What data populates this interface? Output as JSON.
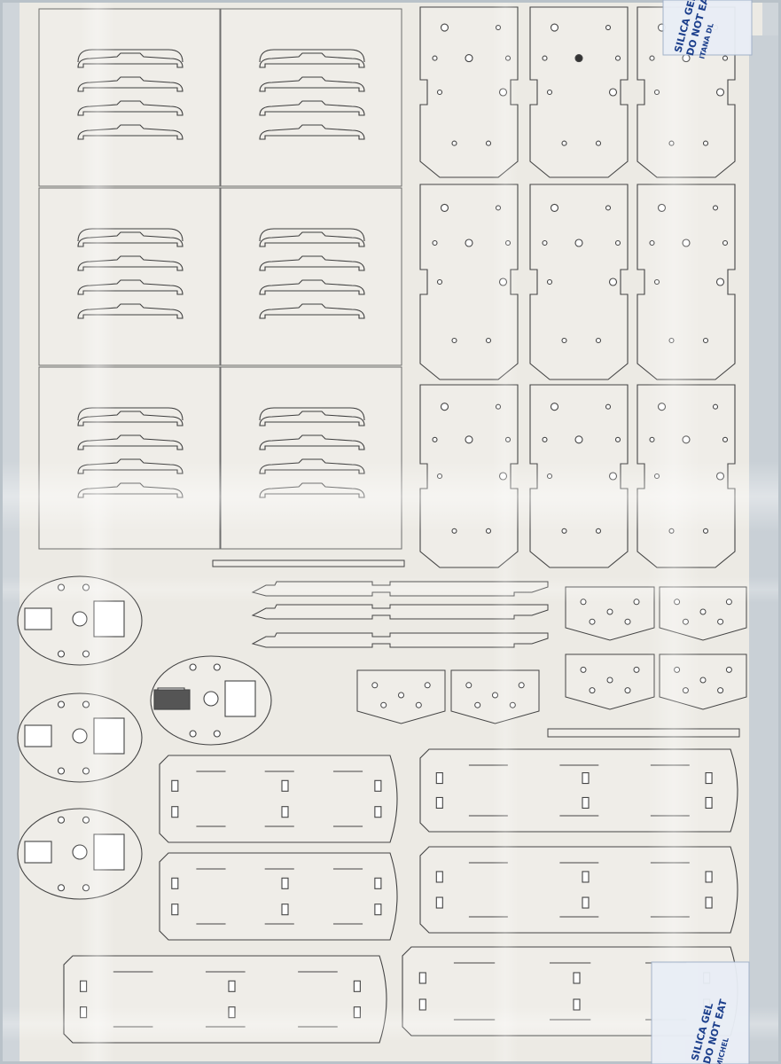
{
  "scene": {
    "subject": "laser-cut-parts-sheet-in-plastic-bag"
  },
  "packet_top": {
    "line1": "SILICA GEL",
    "line2": "DO NOT EAT",
    "line3": "ITANA DL"
  },
  "packet_bottom": {
    "line1": "SILICA GEL",
    "line2": "DO NOT EAT",
    "line3": "MICHEL"
  },
  "colors": {
    "background": "#dfe3e6",
    "sheet": "#eceae4",
    "cut_line": "#4a4a4a",
    "packet_ink": "#1c3f8c"
  }
}
